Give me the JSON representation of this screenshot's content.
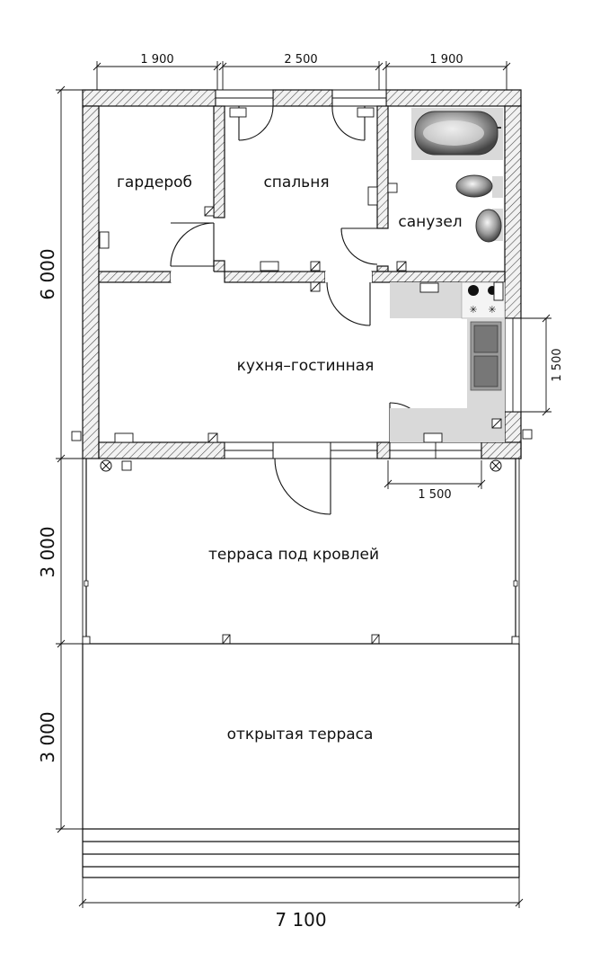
{
  "rooms": {
    "wardrobe": "гардероб",
    "bedroom": "спальня",
    "bathroom": "санузел",
    "kitchen_living": "кухня–гостинная",
    "covered_terrace": "терраса под кровлей",
    "open_terrace": "открытая терраса"
  },
  "dimensions": {
    "top_left": "1 900",
    "top_mid": "2 500",
    "top_right": "1 900",
    "left_house": "6 000",
    "left_covered": "3 000",
    "left_open": "3 000",
    "right_window": "1 500",
    "bottom_window": "1 500",
    "bottom_total": "7 100"
  },
  "colors": {
    "line": "#111111",
    "fixture_gray": "#d9d9d9",
    "fixture_dark": "#777777"
  }
}
